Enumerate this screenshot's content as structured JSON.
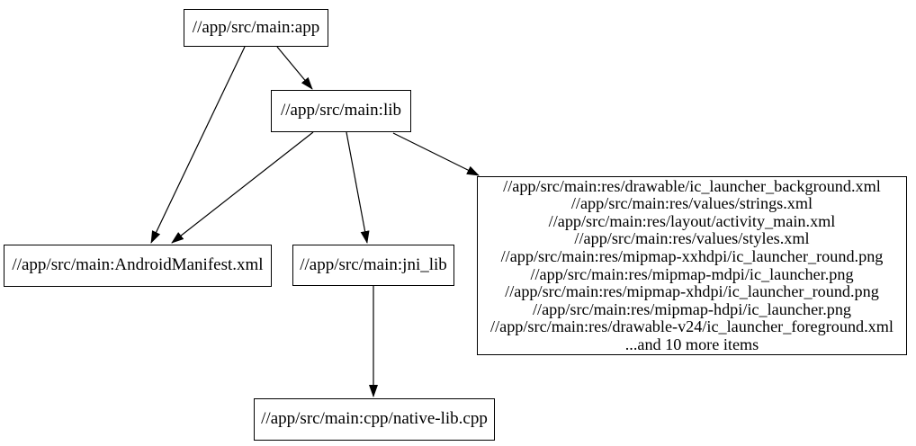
{
  "graph": {
    "type": "dependency-graph",
    "background_color": "#ffffff",
    "node_border_color": "#000000",
    "node_fill_color": "#ffffff",
    "edge_color": "#000000",
    "text_color": "#000000",
    "nodes": [
      {
        "id": "app",
        "label": "//app/src/main:app"
      },
      {
        "id": "lib",
        "label": "//app/src/main:lib"
      },
      {
        "id": "manifest",
        "label": "//app/src/main:AndroidManifest.xml"
      },
      {
        "id": "jni_lib",
        "label": "//app/src/main:jni_lib"
      },
      {
        "id": "resources",
        "lines": [
          "//app/src/main:res/drawable/ic_launcher_background.xml",
          "//app/src/main:res/values/strings.xml",
          "//app/src/main:res/layout/activity_main.xml",
          "//app/src/main:res/values/styles.xml",
          "//app/src/main:res/mipmap-xxhdpi/ic_launcher_round.png",
          "//app/src/main:res/mipmap-mdpi/ic_launcher.png",
          "//app/src/main:res/mipmap-xhdpi/ic_launcher_round.png",
          "//app/src/main:res/mipmap-hdpi/ic_launcher.png",
          "//app/src/main:res/drawable-v24/ic_launcher_foreground.xml",
          "...and 10 more items"
        ]
      },
      {
        "id": "native_lib",
        "label": "//app/src/main:cpp/native-lib.cpp"
      }
    ],
    "edges": [
      {
        "from": "app",
        "to": "manifest"
      },
      {
        "from": "app",
        "to": "lib"
      },
      {
        "from": "lib",
        "to": "manifest"
      },
      {
        "from": "lib",
        "to": "jni_lib"
      },
      {
        "from": "lib",
        "to": "resources"
      },
      {
        "from": "jni_lib",
        "to": "native_lib"
      }
    ]
  }
}
